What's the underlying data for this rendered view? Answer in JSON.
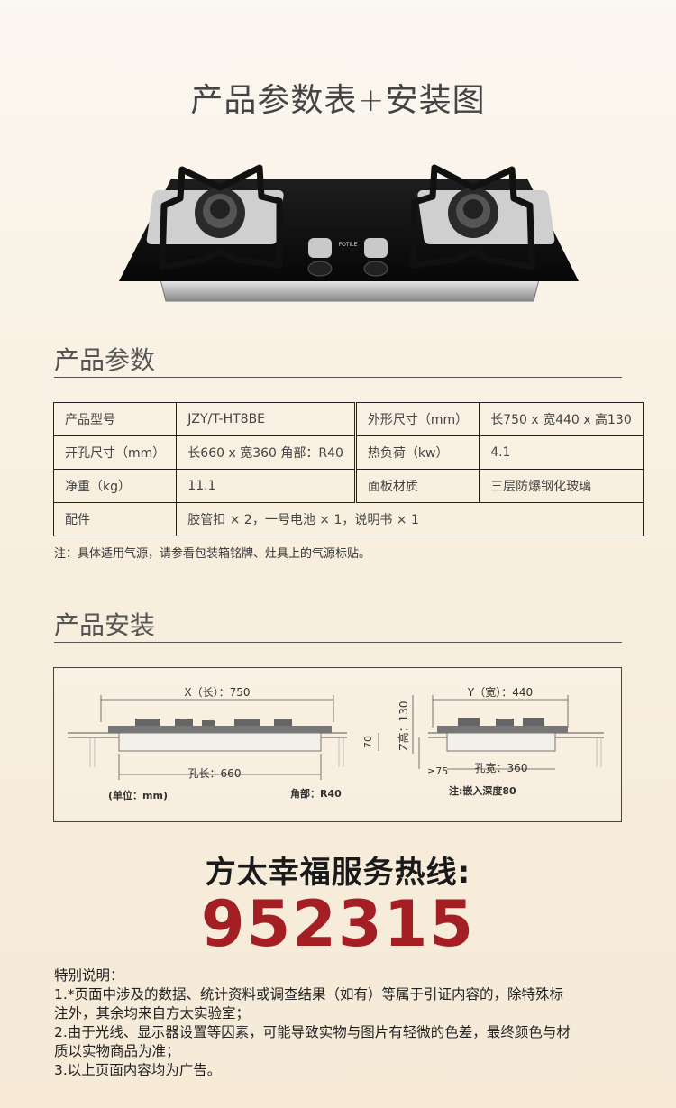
{
  "header": {
    "title": "产品参数表+安装图"
  },
  "product": {
    "brand_badge": "FOTILE"
  },
  "params": {
    "section_title": "产品参数",
    "rows": [
      {
        "k1": "产品型号",
        "v1": "JZY/T-HT8BE",
        "k2": "外形尺寸（mm）",
        "v2": "长750 x 宽440 x 高130"
      },
      {
        "k1": "开孔尺寸（mm）",
        "v1": "长660 x 宽360   角部：R40",
        "k2": "热负荷（kw）",
        "v2": "4.1"
      },
      {
        "k1": "净重（kg）",
        "v1": "11.1",
        "k2": "面板材质",
        "v2": "三层防爆钢化玻璃"
      }
    ],
    "accessories": {
      "k": "配件",
      "v": "胶管扣 × 2，一号电池 × 1，说明书 × 1"
    },
    "note": "注：具体适用气源，请参看包装箱铭牌、灶具上的气源标贴。"
  },
  "install": {
    "section_title": "产品安装",
    "x_label": "X（长）：750",
    "hole_len": "孔长：660",
    "unit": "(单位：mm)",
    "corner": "角部：R40",
    "z_label": "Z高：130",
    "z70": "70",
    "y_label": "Y（宽）：440",
    "ge75": "≥75",
    "hole_wid": "孔宽：360",
    "depth": "注:嵌入深度80"
  },
  "hotline": {
    "label": "方太幸福服务热线:",
    "number": "952315"
  },
  "disclaimer": {
    "heading": "特别说明：",
    "lines": [
      "1.*页面中涉及的数据、统计资料或调查结果（如有）等属于引证内容的，除特殊标",
      "注外，其余均来自方太实验室；",
      "2.由于光线、显示器设置等因素，可能导致实物与图片有轻微的色差，最终颜色与材",
      "质以实物商品为准；",
      "3.以上页面内容均为广告。"
    ]
  },
  "colors": {
    "phone": "#a31f24",
    "background": "#f8efdf"
  }
}
